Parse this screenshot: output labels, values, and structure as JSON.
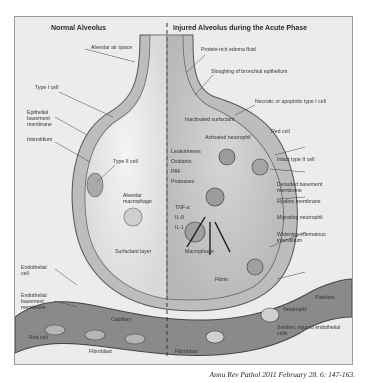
{
  "figure": {
    "left_title": "Normal Alveolus",
    "right_title": "Injured Alveolus during the Acute Phase",
    "citation": "Annu Rev Pathol 2011 February 28. 6: 147-163.",
    "colors": {
      "background": "#ececec",
      "tissue": "#bdbdbd",
      "vessel": "#8a8a8a",
      "line": "#333333"
    }
  },
  "left_labels": {
    "alveolar_air_space": "Alveolar air space",
    "type_i_cell": "Type I cell",
    "epithelial_basement_membrane": "Epithelial basement membrane",
    "interstitium": "Interstitium",
    "type_ii_cell": "Type II cell",
    "alveolar_macrophage": "Alveolar macrophage",
    "surfactant_layer": "Surfactant layer",
    "endothelial_cell": "Endothelial cell",
    "endothelial_basement_membrane": "Endothelial basement membrane",
    "red_cell": "Red cell",
    "capillary": "Capillary",
    "fibroblast": "Fibroblast"
  },
  "right_labels": {
    "protein_rich_edema_fluid": "Protein-rich edema fluid",
    "sloughing_bronchial_epithelium": "Sloughing of bronchial epithelium",
    "necrotic_apoptotic_type_i_cell": "Necrotic or apoptotic type I cell",
    "inactivated_surfactant": "Inactivated surfactant",
    "activated_neutrophil": "Activated neutrophil",
    "red_cell": "Red cell",
    "leukotrienes": "Leukotrienes",
    "oxidants": "Oxidants",
    "paf": "PAF",
    "proteases": "Proteases",
    "intact_type_ii_cell": "Intact type II cell",
    "denuded_basement_membrane": "Denuded basement membrane",
    "hyaline_membrane": "Hyaline membrane",
    "tnf_alpha": "TNF-α",
    "il_8": "IL-8",
    "il_1": "IL-1",
    "macrophage": "Macrophage",
    "migrating_neutrophil": "Migrating neutrophil",
    "widening_edematous_interstitium": "Widening edematous interstitium",
    "fibrin": "Fibrin",
    "platelets": "Platelets",
    "neutrophil": "Neutrophil",
    "swollen_injured_endothelial_cells": "Swollen, injured endothelial cells",
    "fibroblast": "Fibroblast"
  }
}
